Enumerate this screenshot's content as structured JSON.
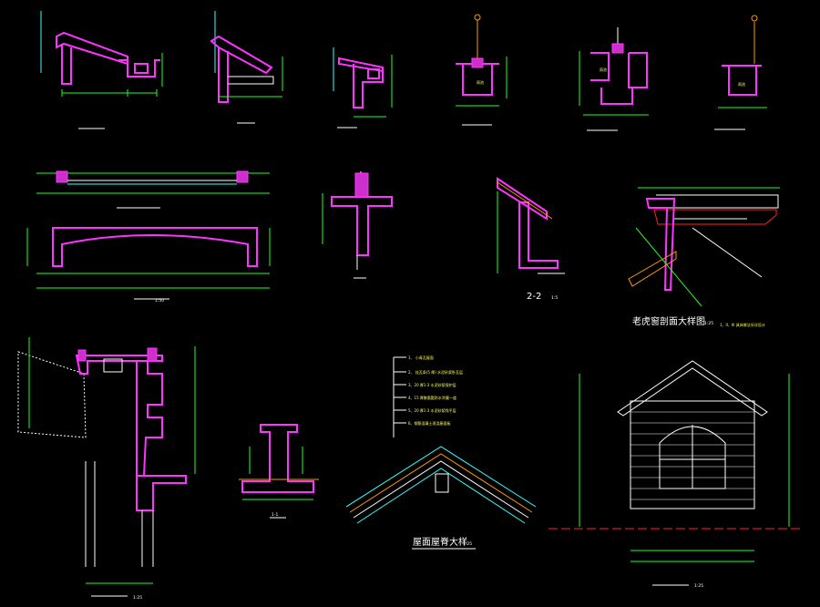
{
  "drawing": {
    "background": "#000000",
    "palette": {
      "wall": "#ff33ff",
      "dimension": "#22ff22",
      "hatch": "#ffffff",
      "leader": "#33ffff",
      "axis": "#ff2222",
      "tile": "#ff9900"
    }
  },
  "labels": {
    "pool1": "雨池",
    "pool2": "雨池",
    "pool3": "雨池",
    "section_22": "2-2",
    "section_11": "1-1",
    "dormer_title": "老虎窗剖面大样图",
    "dormer_scale": "1:25",
    "dormer_note": "1、II、III 具体做法另详设计",
    "ridge_title": "屋面屋脊大样",
    "ridge_scale": "1:25",
    "scale_125": "1:25",
    "scale_150": "1:50",
    "scale_15": "1:5"
  },
  "ridge_notes": [
    "1、 小青瓦屋面",
    "2、 挂瓦条(5 厚) 水泥砂浆卧瓦层",
    "3、20 厚1:3 水泥砂浆保护层",
    "4、15 厚聚氨酯防水涂膜一道",
    "5、20 厚1:3 水泥砂浆找平层",
    "6、钢筋混凝土现浇屋面板"
  ]
}
